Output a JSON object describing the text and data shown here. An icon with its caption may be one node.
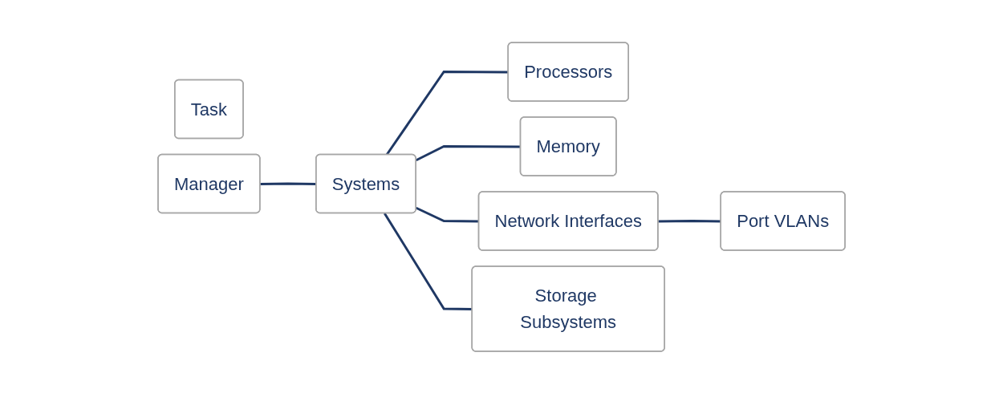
{
  "diagram": {
    "nodes": [
      {
        "text": [
          "Task"
        ]
      },
      {
        "text": [
          "Manager"
        ]
      },
      {
        "text": [
          "Systems"
        ]
      },
      {
        "text": [
          "Processors"
        ]
      },
      {
        "text": [
          "Memory"
        ]
      },
      {
        "text": [
          "Network Interfaces"
        ]
      },
      {
        "text": [
          "Storage Subsystems"
        ]
      },
      {
        "text": [
          "Port VLANs"
        ]
      }
    ],
    "edges": [
      {
        "from": 1,
        "to": 2,
        "arrow": "none"
      },
      {
        "from": 2,
        "to": 3,
        "arrow": "none"
      },
      {
        "from": 2,
        "to": 4,
        "arrow": "none"
      },
      {
        "from": 2,
        "to": 5,
        "arrow": "none"
      },
      {
        "from": 2,
        "to": 6,
        "arrow": "none"
      },
      {
        "from": 5,
        "to": 7,
        "arrow": "none"
      }
    ]
  }
}
